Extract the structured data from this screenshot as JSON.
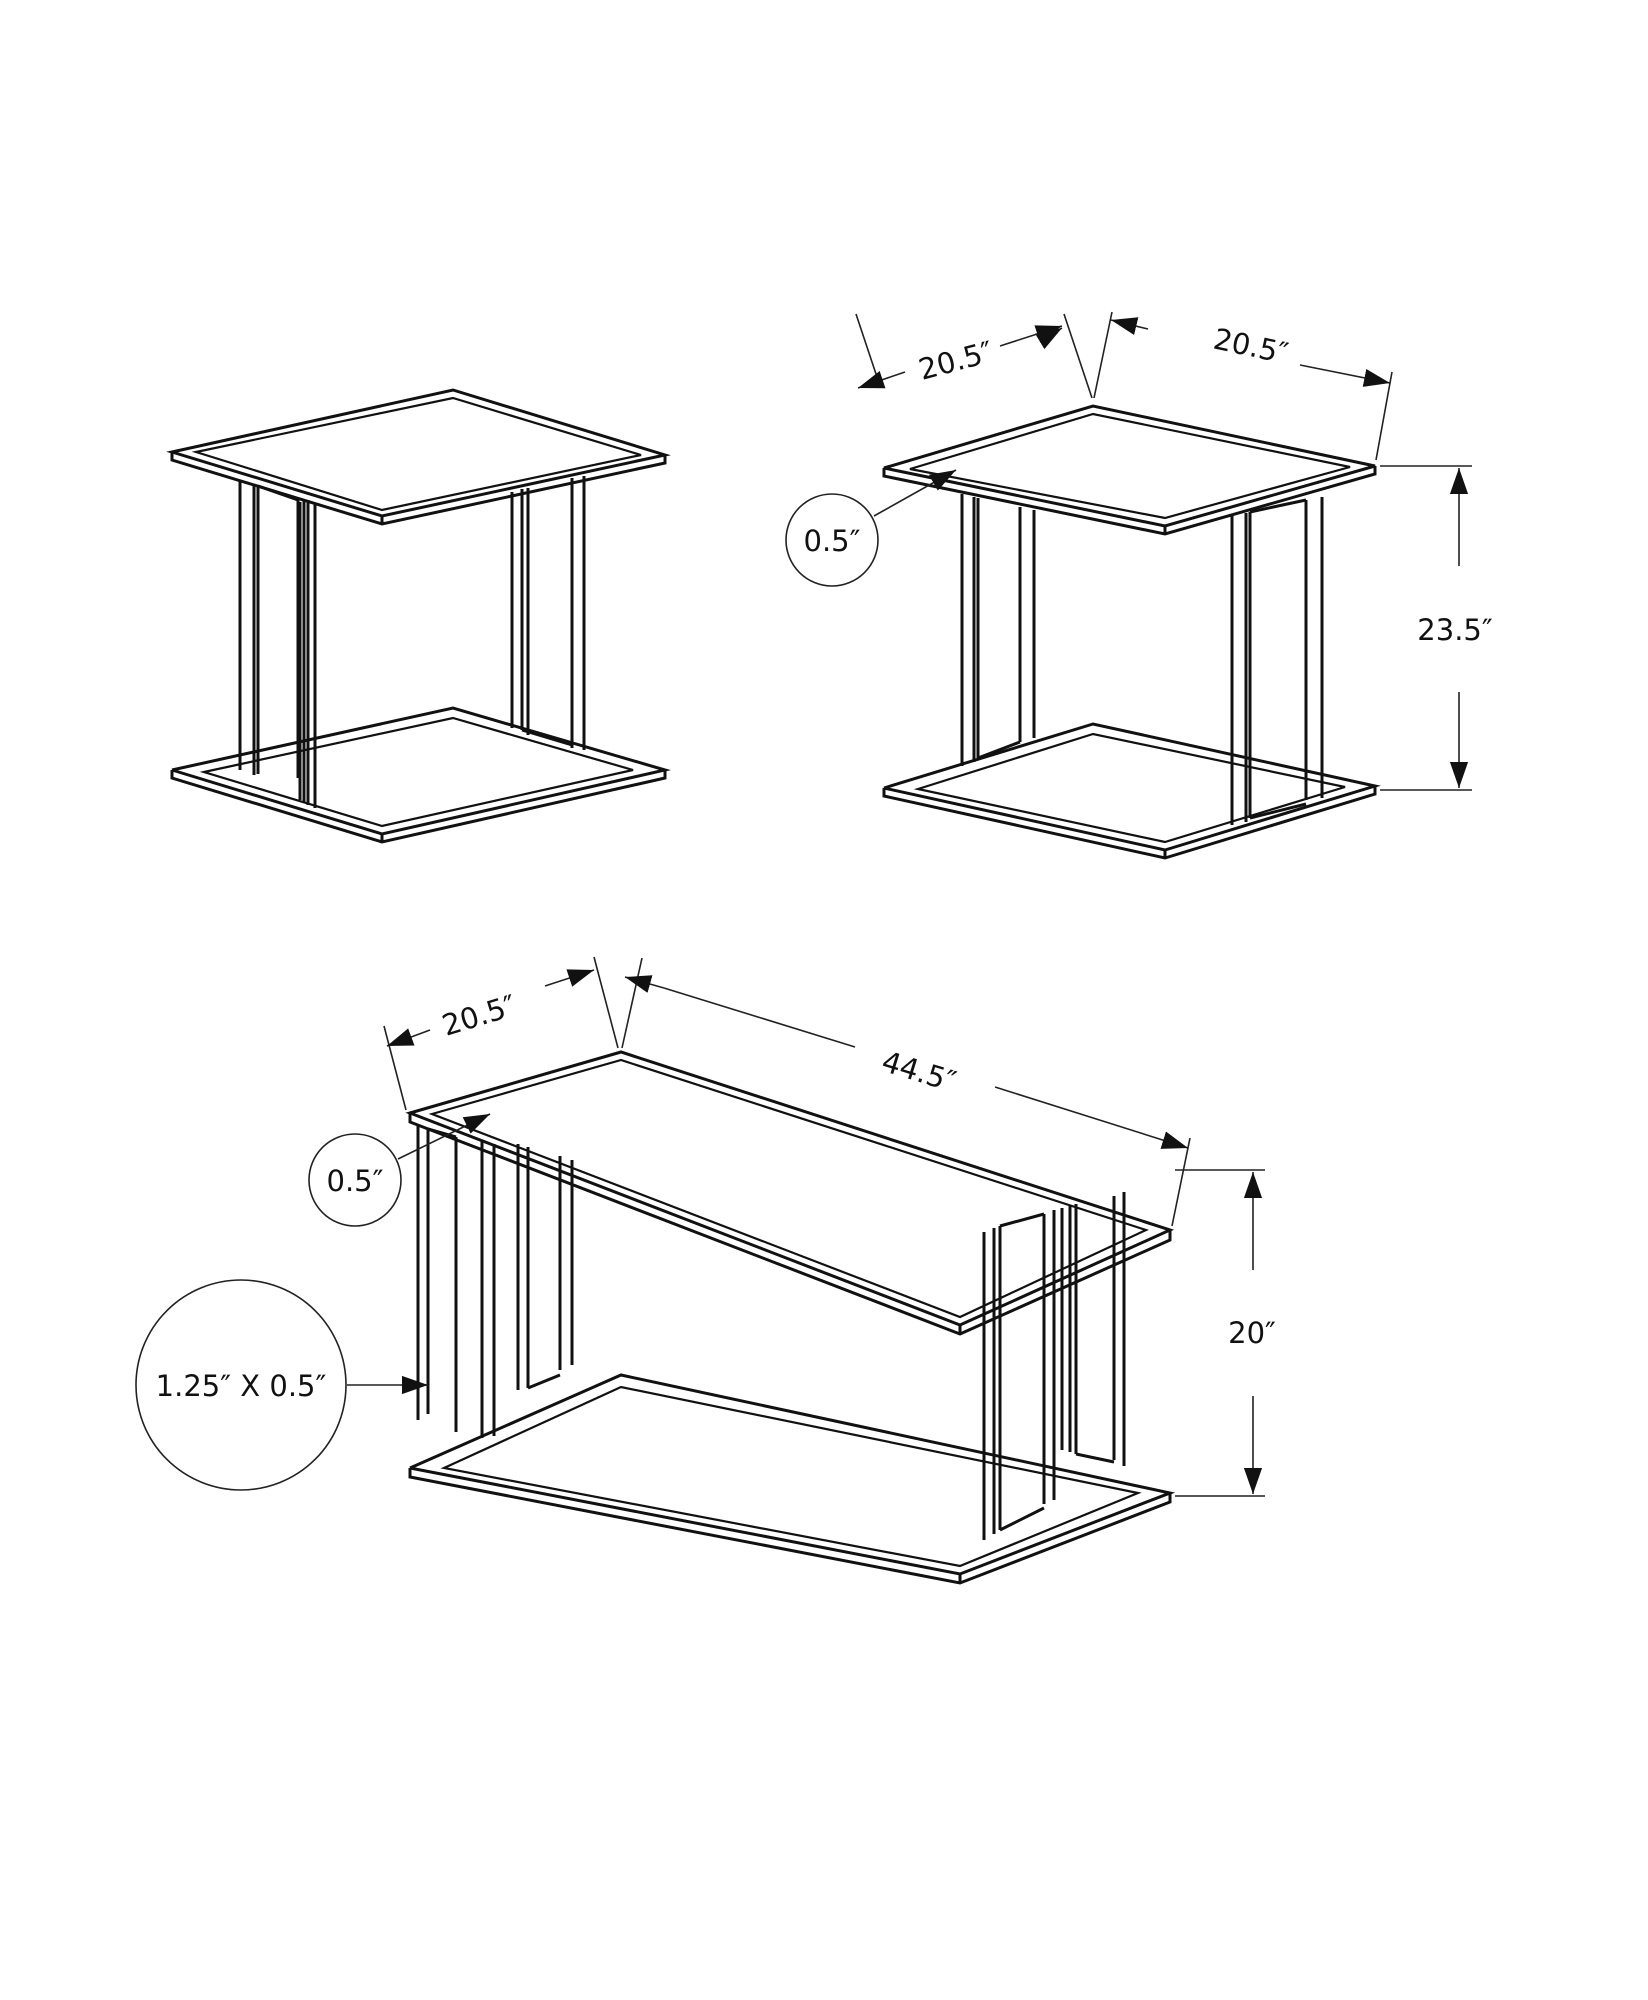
{
  "figure": {
    "title": "Table set dimension diagram",
    "background": "#ffffff",
    "line_color": "#111111"
  },
  "end_table_left": {
    "description": "End table (isometric, unlabeled)"
  },
  "end_table_right": {
    "description": "End table with dimensions",
    "dims": {
      "depth": "20.5″",
      "width": "20.5″",
      "height": "23.5″",
      "top_thickness": "0.5″"
    }
  },
  "coffee_table": {
    "description": "Coffee table with dimensions",
    "dims": {
      "depth": "20.5″",
      "length": "44.5″",
      "height": "20″",
      "top_thickness": "0.5″",
      "leg_profile": "1.25″ X 0.5″"
    }
  }
}
